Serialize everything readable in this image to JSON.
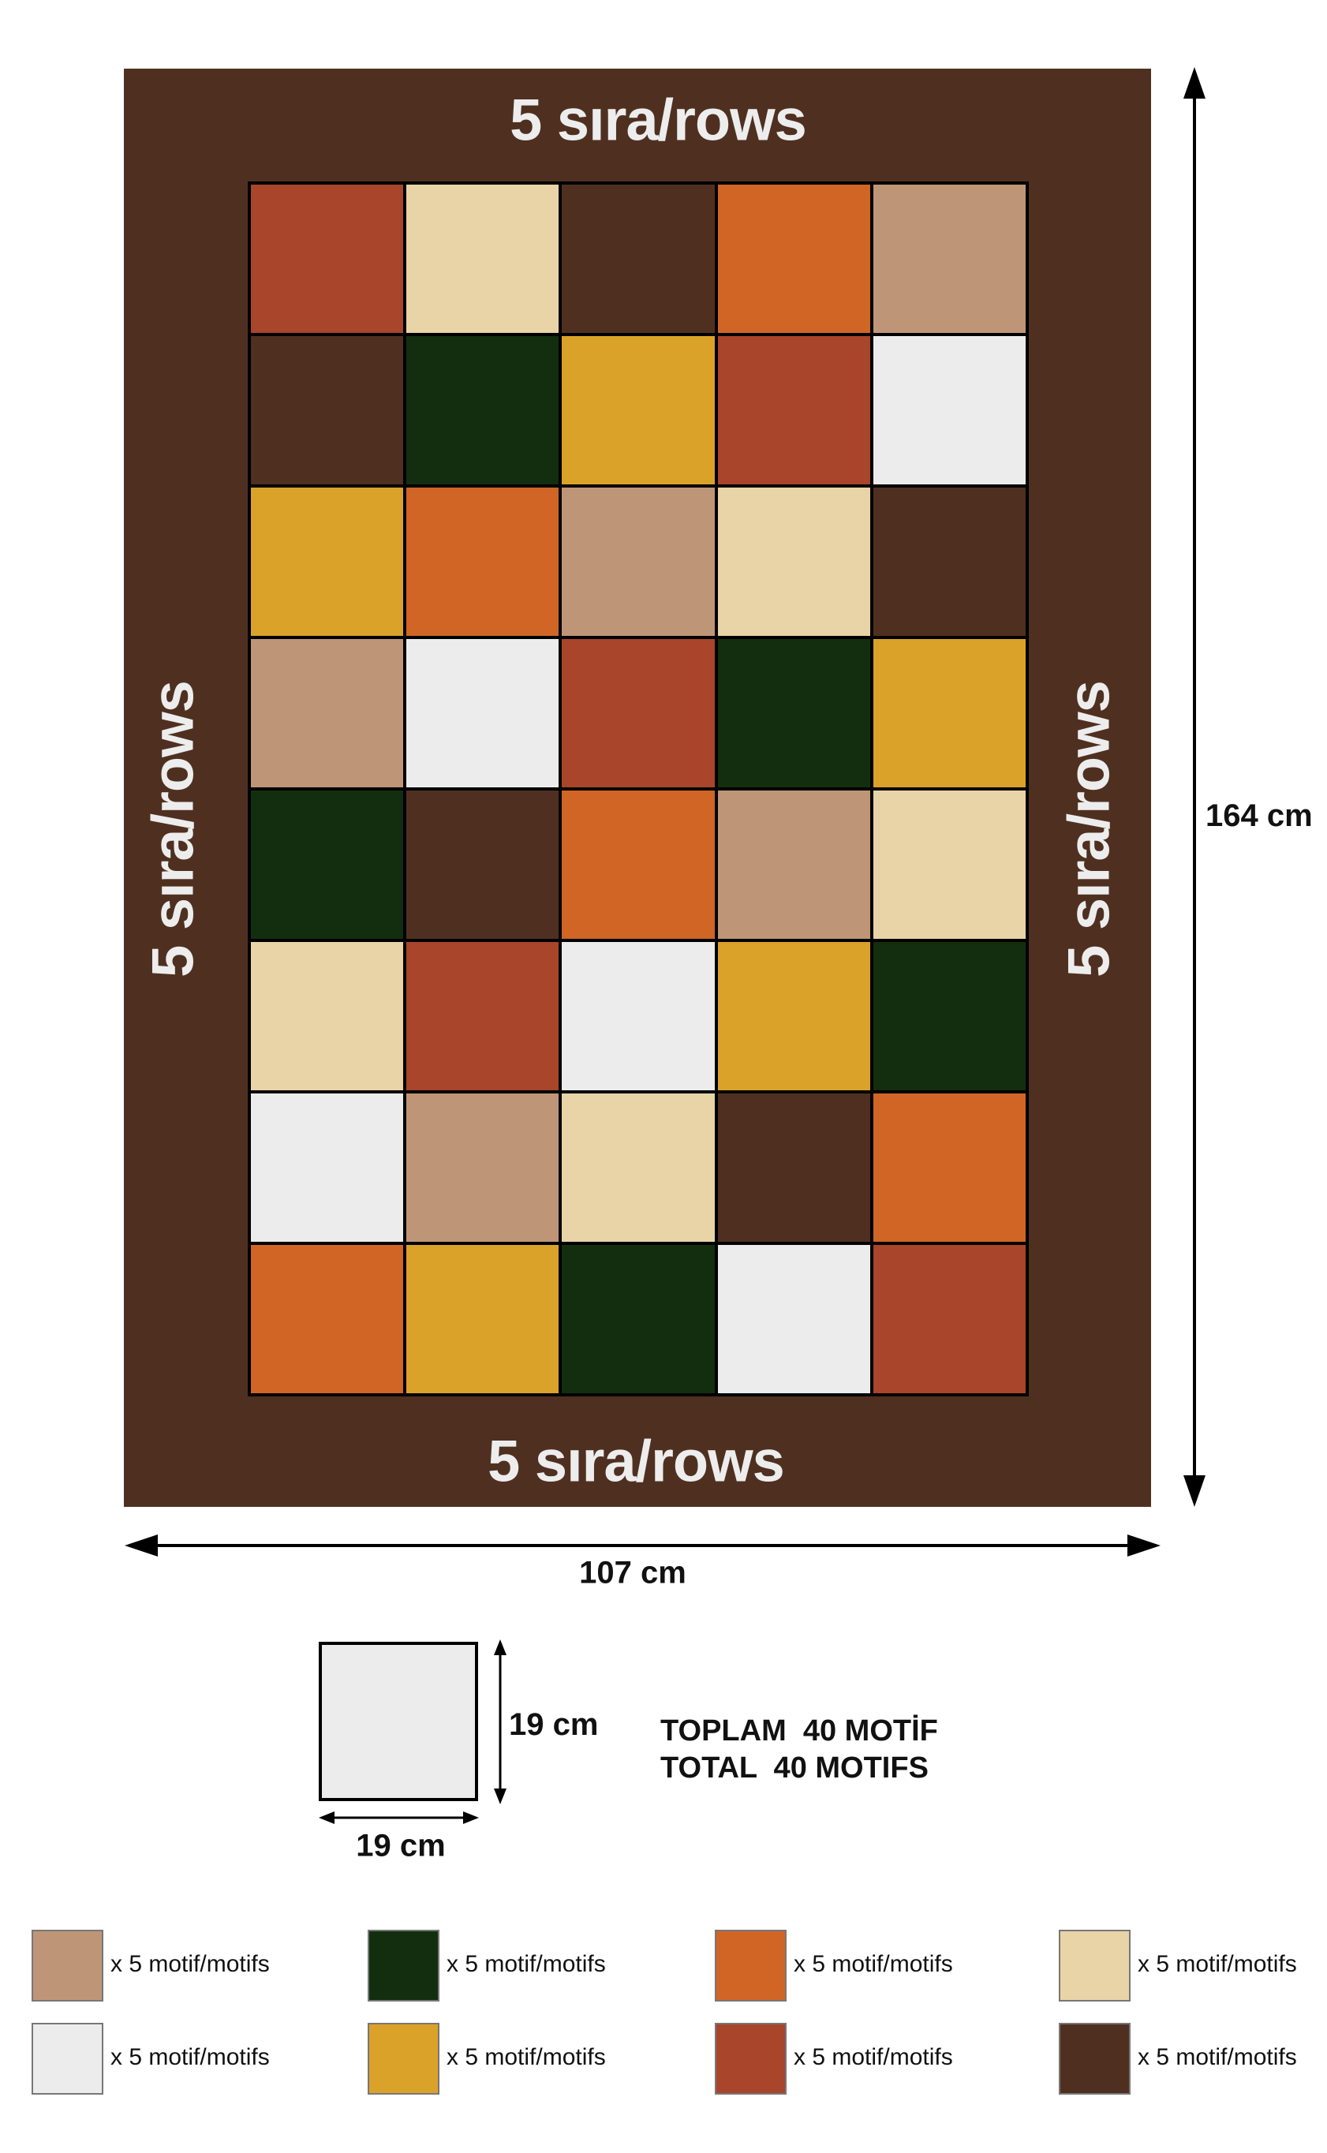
{
  "colors": {
    "rust": "#A8452B",
    "cream": "#E9D4A8",
    "dark_brown": "#4F3020",
    "orange": "#D06525",
    "tan": "#BE9677",
    "green": "#132E0F",
    "yellow": "#DAA228",
    "white": "#ECECEC"
  },
  "labels": {
    "top": "5 sıra/rows",
    "bottom": "5 sıra/rows",
    "left": "5 sıra/rows",
    "right": "5 sıra/rows",
    "height": "164 cm",
    "width": "107 cm",
    "motif_height": "19 cm",
    "motif_width": "19 cm",
    "total_tr": "TOPLAM  40 MOTİF",
    "total_en": "TOTAL  40 MOTIFS"
  },
  "grid": [
    [
      "rust",
      "cream",
      "dark_brown",
      "orange",
      "tan"
    ],
    [
      "dark_brown",
      "green",
      "yellow",
      "rust",
      "white"
    ],
    [
      "yellow",
      "orange",
      "tan",
      "cream",
      "dark_brown"
    ],
    [
      "tan",
      "white",
      "rust",
      "green",
      "yellow"
    ],
    [
      "green",
      "dark_brown",
      "orange",
      "tan",
      "cream"
    ],
    [
      "cream",
      "rust",
      "white",
      "yellow",
      "green"
    ],
    [
      "white",
      "tan",
      "cream",
      "dark_brown",
      "orange"
    ],
    [
      "orange",
      "yellow",
      "green",
      "white",
      "rust"
    ]
  ],
  "legend": [
    {
      "color": "tan",
      "text": "x 5 motif/motifs"
    },
    {
      "color": "green",
      "text": "x 5 motif/motifs"
    },
    {
      "color": "orange",
      "text": "x 5 motif/motifs"
    },
    {
      "color": "cream",
      "text": "x 5 motif/motifs"
    },
    {
      "color": "white",
      "text": "x 5 motif/motifs"
    },
    {
      "color": "yellow",
      "text": "x 5 motif/motifs"
    },
    {
      "color": "rust",
      "text": "x 5 motif/motifs"
    },
    {
      "color": "dark_brown",
      "text": "x 5 motif/motifs"
    }
  ]
}
